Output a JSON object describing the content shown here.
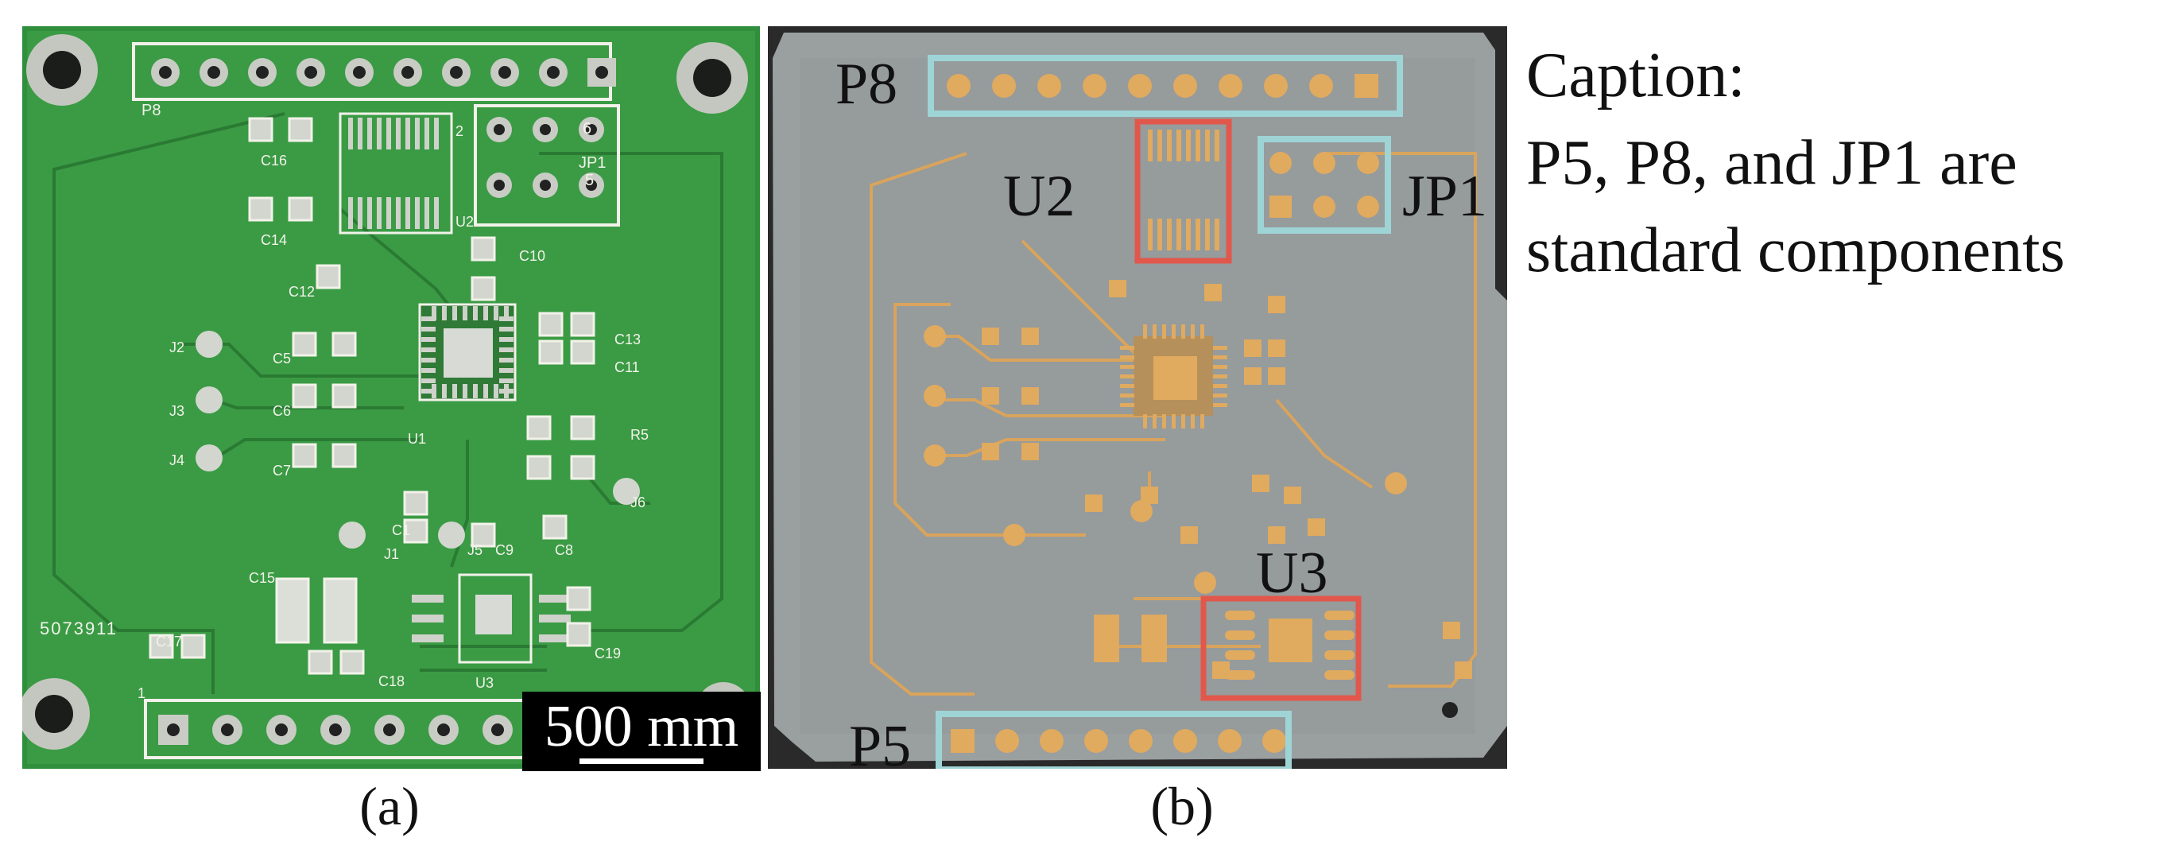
{
  "figure": {
    "panel_a": {
      "label": "(a)",
      "board_id": "5073911",
      "scale_bar": "500 mm",
      "silkscreen": {
        "p8": "P8",
        "jp1": "JP1",
        "jp1_pin6": "6",
        "jp1_pin5": "5",
        "u2_pin2": "2",
        "c16": "C16",
        "c14": "C14",
        "u2": "U2",
        "c10": "C10",
        "c12": "C12",
        "c13": "C13",
        "c11": "C11",
        "j2": "J2",
        "j3": "J3",
        "j4": "J4",
        "c5": "C5",
        "c6": "C6",
        "c7": "C7",
        "u1": "U1",
        "r5": "R5",
        "j6": "J6",
        "c1": "C1",
        "j1": "J1",
        "j5": "J5",
        "c9": "C9",
        "c8": "C8",
        "c15": "C15",
        "c19": "C19",
        "c17": "C17",
        "c18": "C18",
        "u3": "U3",
        "p5_pin1": "1"
      }
    },
    "panel_b": {
      "label": "(b)",
      "annotations": {
        "p8": "P8",
        "u2": "U2",
        "jp1": "JP1",
        "u3": "U3",
        "p5": "P5"
      },
      "colors": {
        "standard_box": "#9fd4d6",
        "custom_box": "#e2574b"
      }
    },
    "caption": {
      "line1": "Caption:",
      "line2": "P5, P8, and JP1 are",
      "line3": "standard components"
    }
  }
}
